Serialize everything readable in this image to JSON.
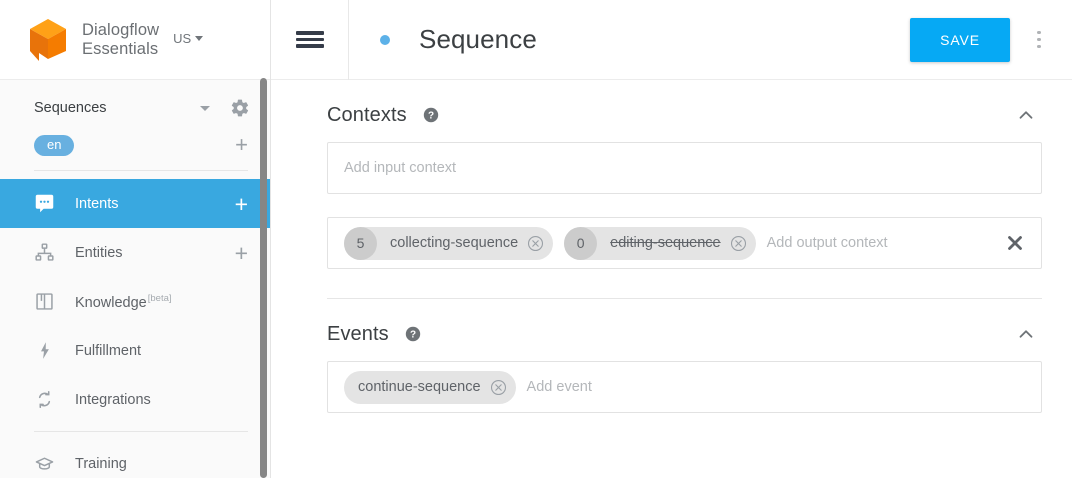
{
  "sidebar": {
    "brand": {
      "line1": "Dialogflow",
      "line2": "Essentials",
      "region": "US"
    },
    "agent": {
      "name": "Sequences"
    },
    "language": {
      "code": "en",
      "add_label": "+"
    },
    "nav": [
      {
        "label": "Intents",
        "icon": "chat-bubble-icon",
        "active": true,
        "plus": "+",
        "beta": ""
      },
      {
        "label": "Entities",
        "icon": "org-chart-icon",
        "active": false,
        "plus": "+",
        "beta": ""
      },
      {
        "label": "Knowledge",
        "icon": "book-icon",
        "active": false,
        "plus": "",
        "beta": "[beta]"
      },
      {
        "label": "Fulfillment",
        "icon": "lightning-bolt-icon",
        "active": false,
        "plus": "",
        "beta": ""
      },
      {
        "label": "Integrations",
        "icon": "sync-arrows-icon",
        "active": false,
        "plus": "",
        "beta": ""
      },
      {
        "label": "Training",
        "icon": "graduation-cap-icon",
        "active": false,
        "plus": "",
        "beta": ""
      }
    ]
  },
  "topbar": {
    "title": "Sequence",
    "save_label": "SAVE",
    "menu_icon": "hamburger-icon",
    "overflow_icon": "kebab-menu-icon",
    "status_dot_color": "#5cb1e8"
  },
  "contexts": {
    "title": "Contexts",
    "help_icon": "help-circle-icon",
    "collapse_icon": "chevron-up-icon",
    "input": {
      "placeholder": "Add input context",
      "chips": []
    },
    "output": {
      "placeholder": "Add output context",
      "clear_icon": "close-x-icon",
      "chips": [
        {
          "count": "5",
          "label": "collecting-sequence",
          "struck": false
        },
        {
          "count": "0",
          "label": "editing-sequence",
          "struck": true
        }
      ]
    }
  },
  "events": {
    "title": "Events",
    "help_icon": "help-circle-icon",
    "collapse_icon": "chevron-up-icon",
    "input": {
      "placeholder": "Add event",
      "chips": [
        {
          "label": "continue-sequence"
        }
      ]
    }
  },
  "colors": {
    "accent_blue": "#06a9f4",
    "nav_active": "#39a8e0",
    "lang_pill": "#68b0e0",
    "logo_orange": "#f57c00"
  }
}
